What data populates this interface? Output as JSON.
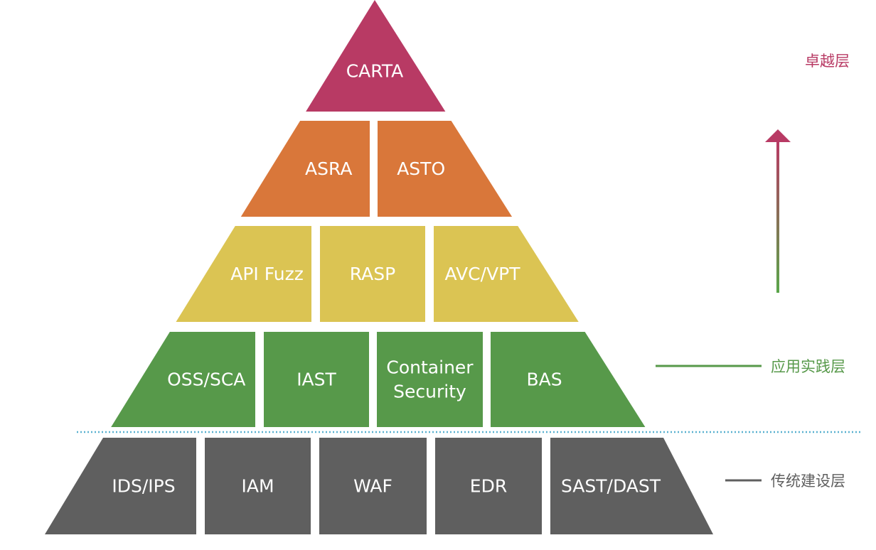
{
  "colors": {
    "excellence": "#b83a64",
    "orange": "#d9773a",
    "yellow": "#dbc453",
    "green": "#57994a",
    "gray": "#5f5f5f",
    "divider": "#5bb1d0",
    "arrow_bottom": "#5aa64a"
  },
  "pyramid": {
    "apex": {
      "label": "CARTA"
    },
    "tiers": [
      {
        "id": "orange",
        "blocks": [
          {
            "label": "ASRA"
          },
          {
            "label": "ASTO"
          }
        ]
      },
      {
        "id": "yellow",
        "blocks": [
          {
            "label": "API Fuzz"
          },
          {
            "label": "RASP"
          },
          {
            "label": "AVC/VPT"
          }
        ]
      },
      {
        "id": "green",
        "blocks": [
          {
            "label": "OSS/SCA"
          },
          {
            "label": "IAST"
          },
          {
            "label": "Container Security"
          },
          {
            "label": "BAS"
          }
        ]
      },
      {
        "id": "gray",
        "blocks": [
          {
            "label": "IDS/IPS"
          },
          {
            "label": "IAM"
          },
          {
            "label": "WAF"
          },
          {
            "label": "EDR"
          },
          {
            "label": "SAST/DAST"
          }
        ]
      }
    ]
  },
  "legend": {
    "excellence_layer": "卓越层",
    "application_practice_layer": "应用实践层",
    "traditional_build_layer": "传统建设层"
  }
}
